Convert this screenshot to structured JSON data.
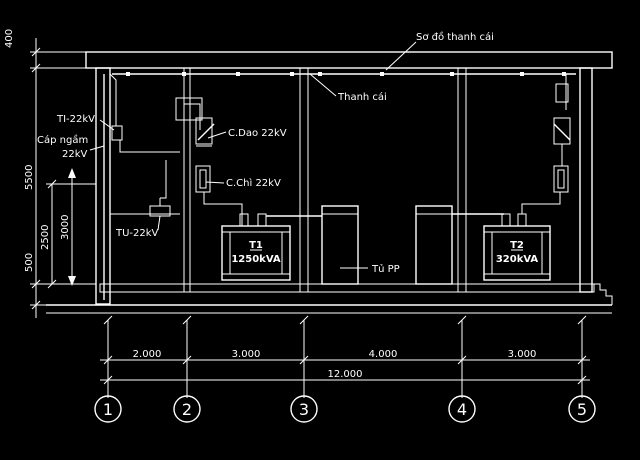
{
  "labels": {
    "busbar_diagram": "Sơ đồ thanh cái",
    "busbar": "Thanh cái",
    "ti": "TI-22kV",
    "cable_line1": "Cáp ngầm",
    "cable_line2": "22kV",
    "knife_switch": "C.Dao 22kV",
    "fuse": "C.Chì 22kV",
    "tu": "TU-22kV",
    "panel": "Tủ PP",
    "t1_name": "T1",
    "t1_rating": "1250kVA",
    "t2_name": "T2",
    "t2_rating": "320kVA"
  },
  "vertical_dims": {
    "d400": "400",
    "d5500": "5500",
    "d3000": "3000",
    "d2500": "2500",
    "d500": "500"
  },
  "horizontal_dims": {
    "s1": "2.000",
    "s2": "3.000",
    "s3": "4.000",
    "s4": "3.000",
    "total": "12.000"
  },
  "axes": [
    "1",
    "2",
    "3",
    "4",
    "5"
  ]
}
